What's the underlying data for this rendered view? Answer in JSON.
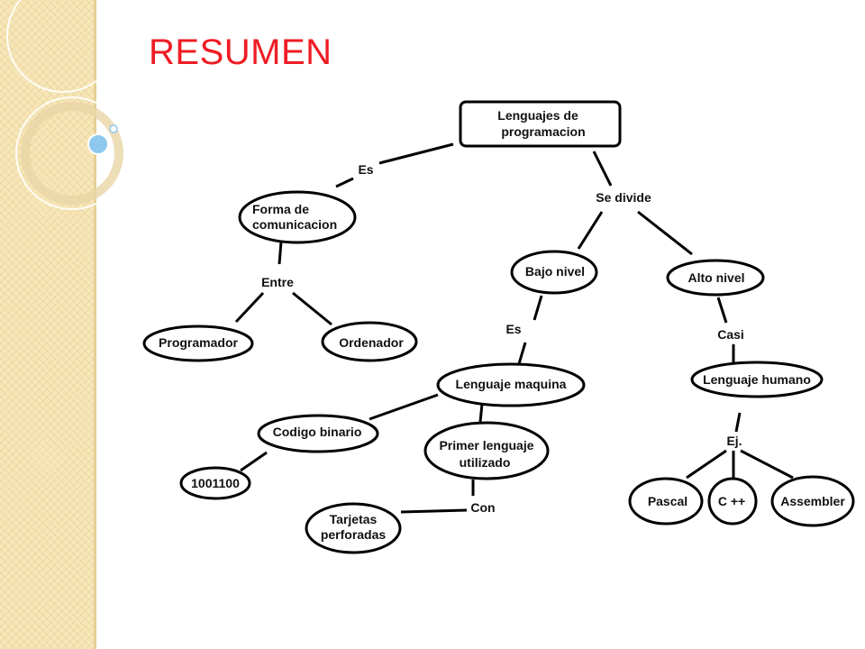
{
  "slide": {
    "title": "RESUMEN"
  },
  "nodes": {
    "root": [
      "Lenguajes de",
      "programacion"
    ],
    "forma": [
      "Forma de",
      "comunicacion"
    ],
    "programador": [
      "Programador"
    ],
    "ordenador": [
      "Ordenador"
    ],
    "bajo": [
      "Bajo nivel"
    ],
    "alto": [
      "Alto nivel"
    ],
    "maquina": [
      "Lenguaje maquina"
    ],
    "humano": [
      "Lenguaje humano"
    ],
    "binario": [
      "Codigo binario"
    ],
    "primer": [
      "Primer lenguaje",
      "utilizado"
    ],
    "num": [
      "1001100"
    ],
    "tarjetas": [
      "Tarjetas",
      "perforadas"
    ],
    "pascal": [
      "Pascal"
    ],
    "cpp": [
      "C ++"
    ],
    "assembler": [
      "Assembler"
    ]
  },
  "links": {
    "es1": "Es",
    "se_divide": "Se divide",
    "entre": "Entre",
    "es2": "Es",
    "casi": "Casi",
    "ej": "Ej.",
    "con": "Con"
  }
}
